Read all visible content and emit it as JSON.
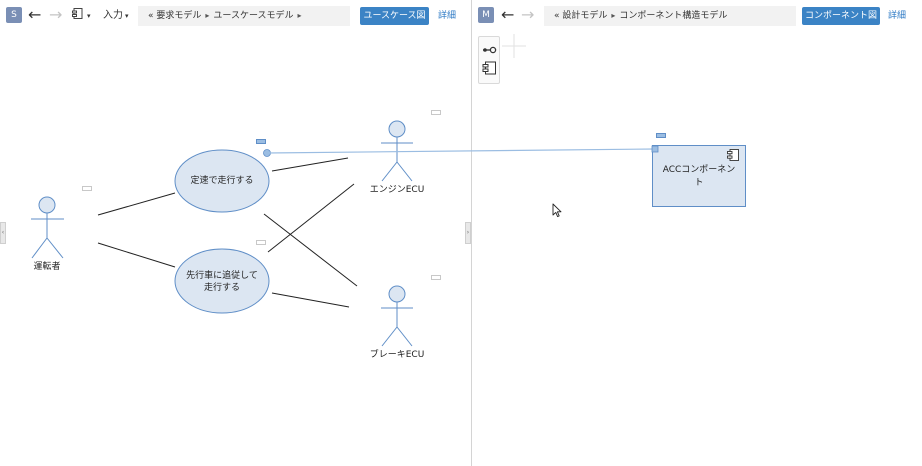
{
  "left": {
    "badge": "S",
    "back_icon": "arrow-left-icon",
    "forward_icon": "arrow-right-icon",
    "layout_icon": "diagram-layout-icon",
    "input_menu": "入力",
    "breadcrumb": {
      "prefix": "«",
      "items": [
        "要求モデル",
        "ユースケースモデル"
      ]
    },
    "view_button": "ユースケース図",
    "detail_link": "詳細",
    "diagram": {
      "actors": [
        "運転者",
        "エンジンECU",
        "ブレーキECU"
      ],
      "usecases": [
        {
          "lines": [
            "定速で走行する"
          ]
        },
        {
          "lines": [
            "先行車に追従して",
            "走行する"
          ]
        }
      ]
    }
  },
  "right": {
    "badge": "M",
    "back_icon": "arrow-left-icon",
    "forward_icon": "arrow-right-icon",
    "breadcrumb": {
      "prefix": "«",
      "items": [
        "設計モデル",
        "コンポーネント構造モデル"
      ]
    },
    "view_button": "コンポーネント図",
    "detail_link": "詳細",
    "palette": [
      "interface-lollipop-icon",
      "component-icon"
    ],
    "component": {
      "label_line1": "ACCコンポーネン",
      "label_line2": "ト"
    }
  },
  "colors": {
    "accent": "#3b83c5",
    "shape_fill": "#dce6f2",
    "shape_stroke": "#5f8ec7",
    "trace_line": "#9bbde2"
  }
}
